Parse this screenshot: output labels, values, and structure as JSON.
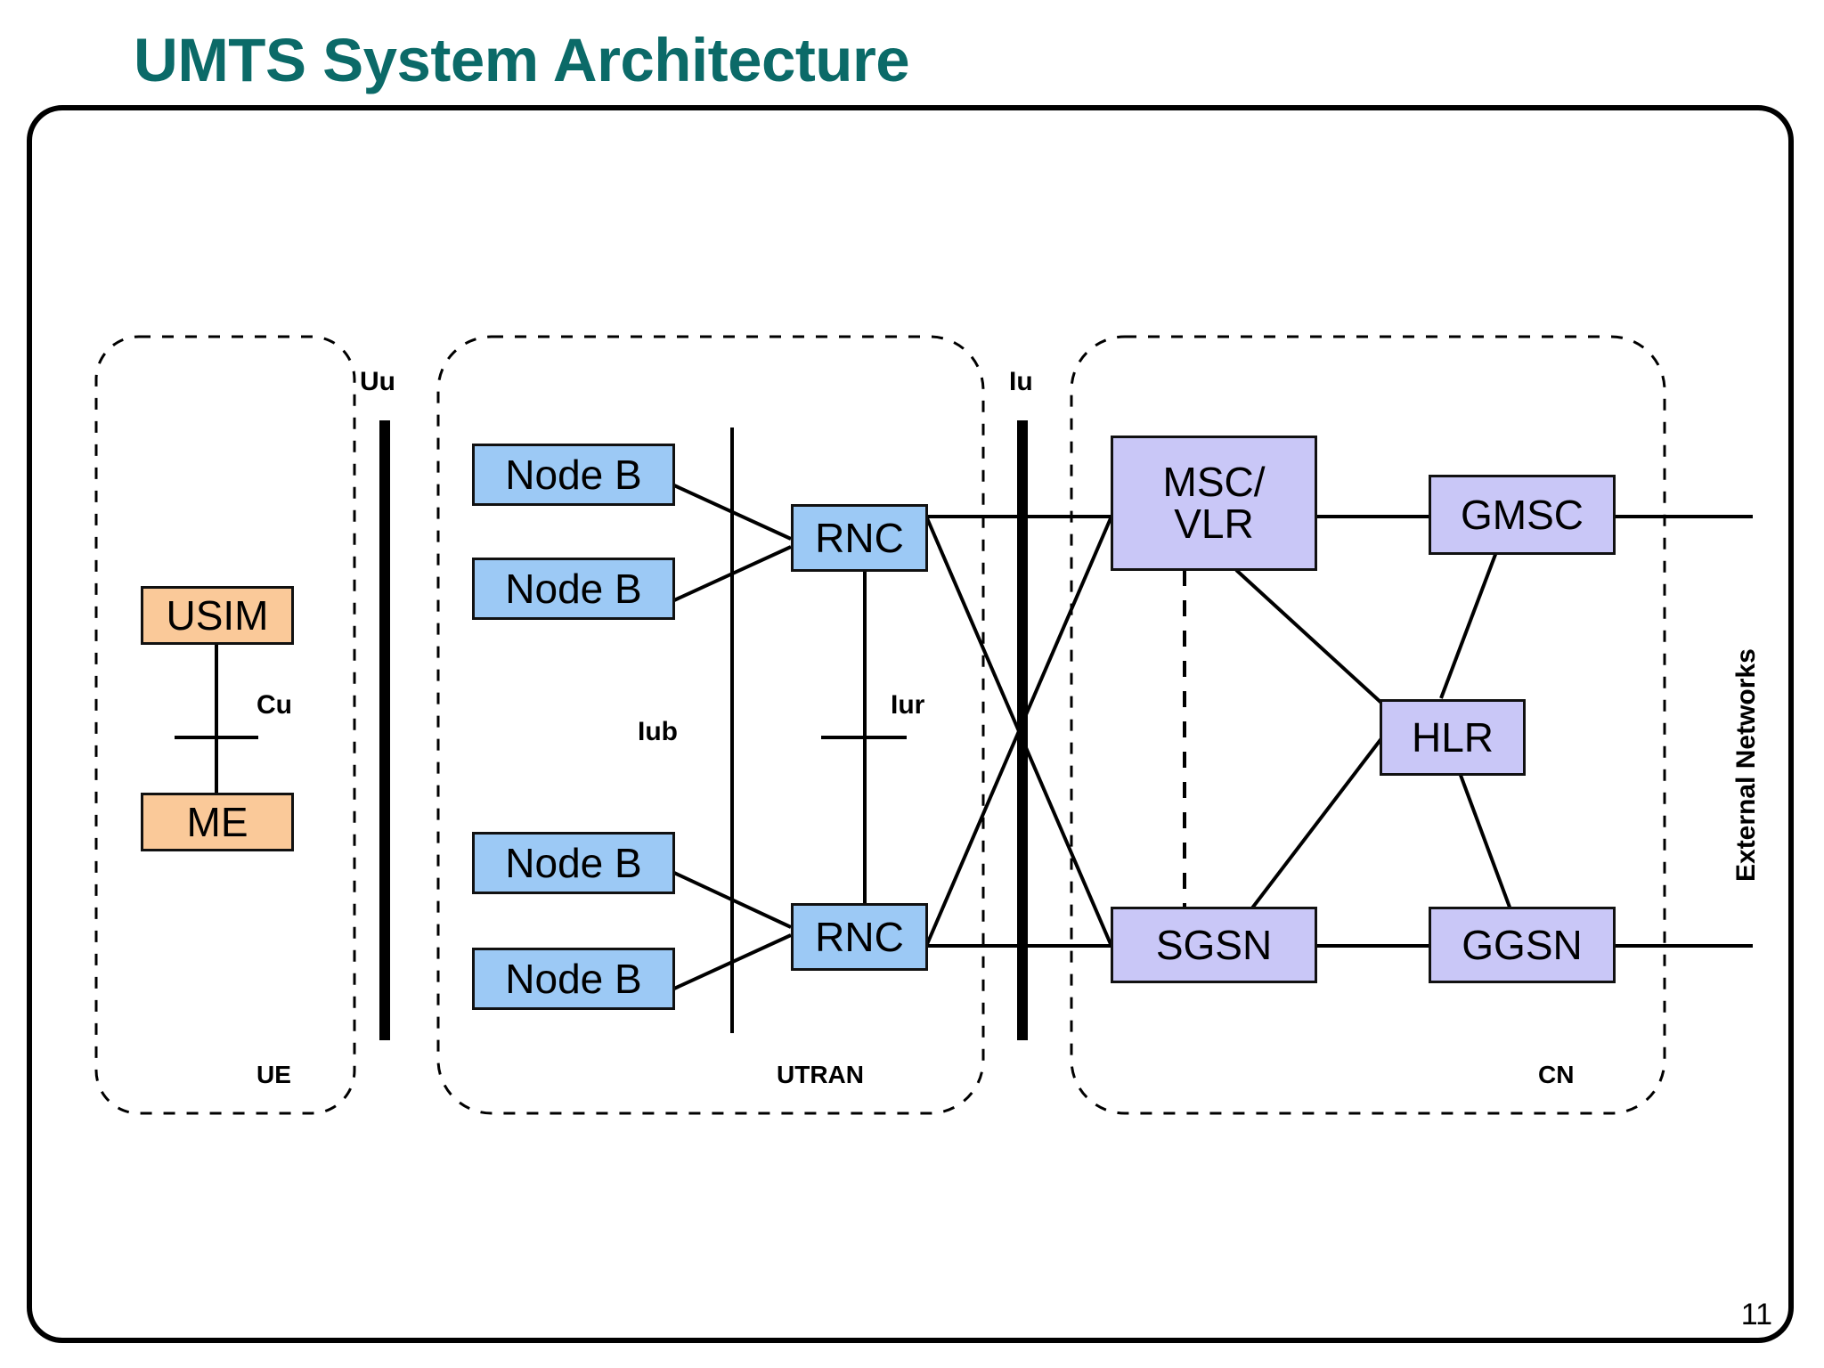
{
  "slide": {
    "title": "UMTS System Architecture",
    "page_number": "11",
    "title_color": "#0b6a68"
  },
  "domains": [
    {
      "key": "ue",
      "label": "UE",
      "boxes": [
        "USIM",
        "ME"
      ]
    },
    {
      "key": "utran",
      "label": "UTRAN",
      "boxes": [
        "Node B",
        "Node B",
        "RNC",
        "Node B",
        "Node B",
        "RNC"
      ]
    },
    {
      "key": "cn",
      "label": "CN",
      "boxes": [
        "MSC/\nVLR",
        "GMSC",
        "HLR",
        "SGSN",
        "GGSN"
      ]
    }
  ],
  "nodes": {
    "usim": {
      "label": "USIM",
      "color": "#fac999"
    },
    "me": {
      "label": "ME",
      "color": "#fac999"
    },
    "nodeb1": {
      "label": "Node B",
      "color": "#9cc9f5"
    },
    "nodeb2": {
      "label": "Node B",
      "color": "#9cc9f5"
    },
    "nodeb3": {
      "label": "Node B",
      "color": "#9cc9f5"
    },
    "nodeb4": {
      "label": "Node B",
      "color": "#9cc9f5"
    },
    "rnc1": {
      "label": "RNC",
      "color": "#9cc9f5"
    },
    "rnc2": {
      "label": "RNC",
      "color": "#9cc9f5"
    },
    "mscvlr": {
      "label": "MSC/\nVLR",
      "color": "#c9c7f7"
    },
    "gmsc": {
      "label": "GMSC",
      "color": "#c9c7f7"
    },
    "hlr": {
      "label": "HLR",
      "color": "#c9c7f7"
    },
    "sgsn": {
      "label": "SGSN",
      "color": "#c9c7f7"
    },
    "ggsn": {
      "label": "GGSN",
      "color": "#c9c7f7"
    }
  },
  "interfaces": {
    "cu": "Cu",
    "uu": "Uu",
    "iub": "Iub",
    "iur": "Iur",
    "iu": "Iu"
  },
  "external": {
    "label": "External Networks"
  }
}
